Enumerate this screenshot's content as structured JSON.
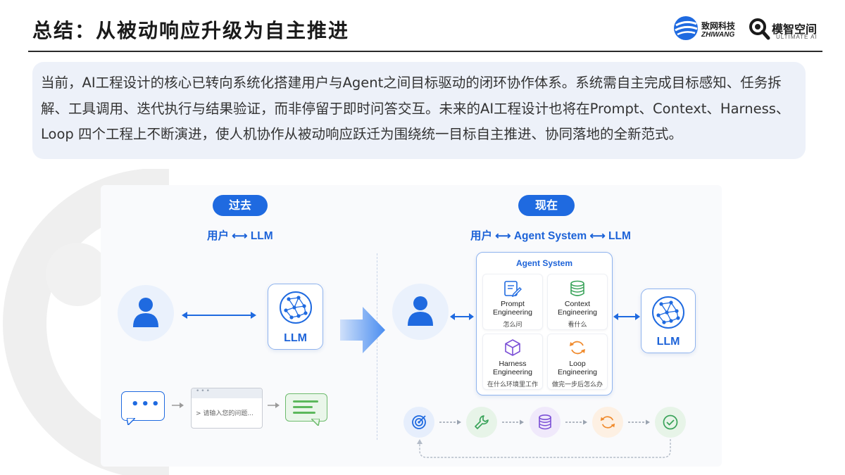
{
  "header": {
    "title": "总结：从被动响应升级为自主推进",
    "logo_zhiwang": {
      "name_cn": "致网科技",
      "name_en": "ZHIWANG"
    },
    "logo_mozhi": {
      "name_cn": "模智空间",
      "name_en": "ULTIMATE AI"
    }
  },
  "summary": {
    "text": "当前，AI工程设计的核心已转向系统化搭建用户与Agent之间目标驱动的闭环协作体系。系统需自主完成目标感知、任务拆解、工具调用、迭代执行与结果验证，而非停留于即时问答交互。未来的AI工程设计也将在Prompt、Context、Harness、Loop 四个工程上不断演进，使人机协作从被动响应跃迁为围绕统一目标自主推进、协同落地的全新范式。"
  },
  "diagram": {
    "past": {
      "label": "过去",
      "relation": "用户 ⟷ LLM",
      "llm_label": "LLM",
      "input_placeholder": "> 请输入您的问题..."
    },
    "present": {
      "label": "现在",
      "relation": "用户 ⟷ Agent System ⟷ LLM",
      "system_title": "Agent System",
      "llm_label": "LLM",
      "engineering": [
        {
          "name_line1": "Prompt",
          "name_line2": "Engineering",
          "desc": "怎么问",
          "icon": "document-edit-icon"
        },
        {
          "name_line1": "Context",
          "name_line2": "Engineering",
          "desc": "看什么",
          "icon": "database-icon"
        },
        {
          "name_line1": "Harness",
          "name_line2": "Engineering",
          "desc": "在什么环境里工作",
          "icon": "cube-icon"
        },
        {
          "name_line1": "Loop",
          "name_line2": "Engineering",
          "desc": "做完一步后怎么办",
          "icon": "refresh-icon"
        }
      ],
      "loop_steps": [
        "target-icon",
        "wrench-icon",
        "database-icon",
        "refresh-icon",
        "check-circle-icon"
      ]
    }
  },
  "colors": {
    "accent_blue": "#1f6ae0",
    "summary_bg": "#edf1f9",
    "purple": "#7b4fd6",
    "green": "#3aa35a",
    "orange": "#f08a2c"
  }
}
